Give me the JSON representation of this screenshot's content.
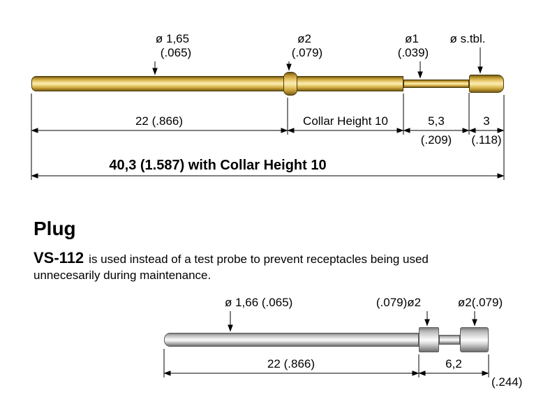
{
  "page": {
    "heading": "Plug",
    "model": "VS-112",
    "description_line1": "is used instead of a test probe to prevent receptacles being used",
    "description_line2": "unnecesarily during maintenance."
  },
  "probe_drawing": {
    "labels": {
      "diameter_barrel": "ø 1,65",
      "diameter_barrel_in": "(.065)",
      "diameter_collar": "ø2",
      "diameter_collar_in": "(.079)",
      "diameter_pin": "ø1",
      "diameter_pin_in": "(.039)",
      "diameter_tip": "ø s.tbl.",
      "length_barrel": "22  (.866)",
      "collar_height": "Collar Height 10",
      "length_pin": "5,3",
      "length_pin_in": "(.209)",
      "length_tip": "3",
      "length_tip_in": "(.118)",
      "overall_length": "40,3 (1.587) with Collar Height 10"
    }
  },
  "plug_drawing": {
    "labels": {
      "diameter_body": "ø 1,66  (.065)",
      "diameter_collar_left": "(.079)ø2",
      "diameter_collar_right": "ø2(.079)",
      "length_body": "22  (.866)",
      "length_head": "6,2",
      "length_head_in": "(.244)"
    }
  },
  "colors": {
    "brass": "#d4a93c",
    "steel": "#d9d9d9",
    "line": "#000000",
    "background": "#ffffff"
  }
}
